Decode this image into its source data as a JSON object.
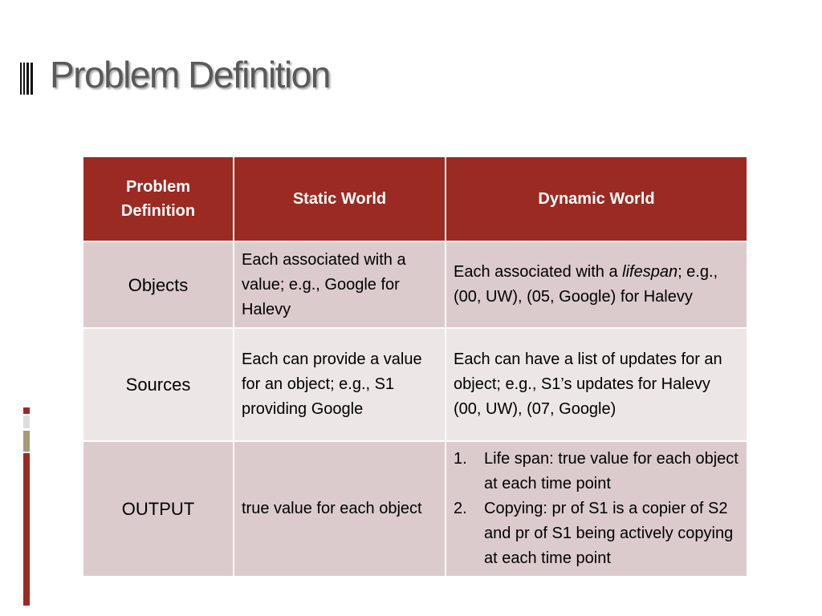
{
  "slide": {
    "title": "Problem Definition"
  },
  "table": {
    "headers": [
      "Problem Definition",
      "Static World",
      "Dynamic World"
    ],
    "rows": [
      {
        "label": "Objects",
        "static": "Each associated with a value; e.g., Google for Halevy",
        "dynamic_pre": "Each associated with a ",
        "dynamic_em": "lifespan",
        "dynamic_post": "; e.g., (00, UW), (05, Google) for Halevy"
      },
      {
        "label": "Sources",
        "static": "Each can provide a value for an object; e.g., S1 providing Google",
        "dynamic": "Each can have a list of updates for an object; e.g., S1’s updates for Halevy (00, UW), (07, Google)"
      },
      {
        "label": "OUTPUT",
        "static": "true value for each object",
        "dynamic_list": [
          {
            "num": "1.",
            "text": "Life span: true value for each object at each time point"
          },
          {
            "num": "2.",
            "text": "Copying: pr of S1 is a copier of S2 and pr of S1 being actively copying at each time point"
          }
        ]
      }
    ]
  },
  "colors": {
    "header_bg": "#9b2a22",
    "row_odd": "#dccbcd",
    "row_even": "#ede6e6",
    "title": "#595959"
  }
}
